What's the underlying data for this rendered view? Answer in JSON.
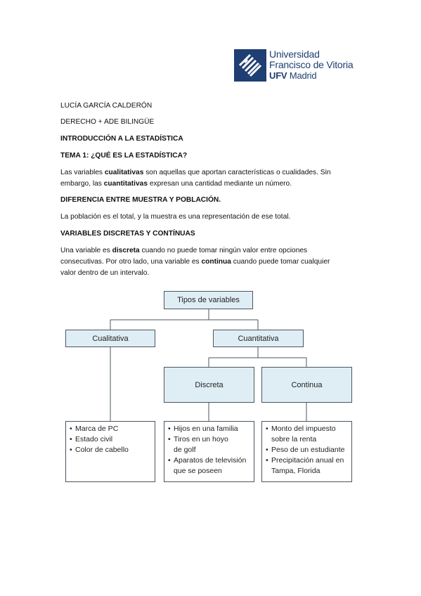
{
  "logo": {
    "line1": "Universidad",
    "line2": "Francisco de Vitoria",
    "line3_bold": "UFV",
    "line3_rest": " Madrid"
  },
  "doc": {
    "author": "LUCÍA GARCÍA CALDERÓN",
    "degree": "DERECHO + ADE BILINGÜE",
    "course": "INTRODUCCIÓN A LA ESTADÍSTICA",
    "topic": "TEMA 1: ¿QUÉ ES LA ESTADÍSTICA?",
    "para1_a": "Las variables ",
    "para1_b": "cualitativas",
    "para1_c": " son aquellas que aportan características o cualidades. Sin",
    "para1_d": "embargo, las ",
    "para1_e": "cuantitativas",
    "para1_f": " expresan una cantidad mediante un número.",
    "heading2": "DIFERENCIA ENTRE MUESTRA Y POBLACIÓN.",
    "para2": "La población es el total, y la muestra es una representación de ese total.",
    "heading3": "VARIABLES DISCRETAS Y CONTÍNUAS",
    "para3_a": "Una variable es ",
    "para3_b": "discreta",
    "para3_c": " cuando no puede tomar ningún valor entre opciones",
    "para3_d": "consecutivas. Por otro lado, una variable es ",
    "para3_e": "continua",
    "para3_f": " cuando puede tomar cualquier",
    "para3_g": "valor dentro de un intervalo."
  },
  "diagram": {
    "root": "Tipos de variables",
    "cualitativa": "Cualitativa",
    "cuantitativa": "Cuantitativa",
    "discreta": "Discreta",
    "continua": "Continua",
    "cualitativa_items": [
      "Marca de PC",
      "Estado civil",
      "Color de cabello"
    ],
    "discreta_items": [
      "Hijos en una familia",
      "Tiros en un hoyo de golf",
      "Aparatos de televisión que se poseen"
    ],
    "continua_items": [
      "Monto del impuesto sobre la renta",
      "Peso de un estudiante",
      "Precipitación anual en Tampa, Florida"
    ]
  }
}
